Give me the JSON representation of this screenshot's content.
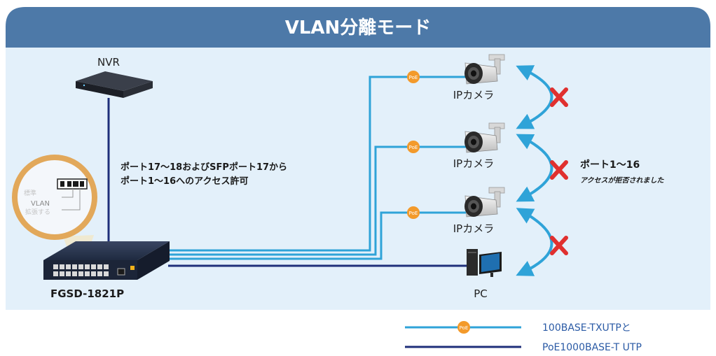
{
  "header": {
    "title": "VLAN分離モード"
  },
  "devices": {
    "nvr": "NVR",
    "camera1": "IPカメラ",
    "camera2": "IPカメラ",
    "camera3": "IPカメラ",
    "pc": "PC",
    "switch": "FGSD-1821P"
  },
  "annotations": {
    "access_line1": "ポート17～18およびSFPポート17から",
    "access_line2": "ポート1～16へのアクセス許可",
    "denied_title": "ポート1～16",
    "denied_sub": "アクセスが拒否されました"
  },
  "zoom": {
    "label_top": "標準",
    "label_vlan": "VLAN",
    "label_bottom": "拡張する"
  },
  "poe_badge": "PoE",
  "legend": {
    "item1": "100BASE-TXUTPと",
    "item2": "PoE1000BASE-T UTP"
  },
  "colors": {
    "header": "#4d79a8",
    "panel": "#e3f0fa",
    "light_line": "#2fa3d8",
    "dark_line": "#1f2f7a",
    "poe": "#f39a2b",
    "cross": "#e0302f",
    "ring": "#e2a85a"
  }
}
